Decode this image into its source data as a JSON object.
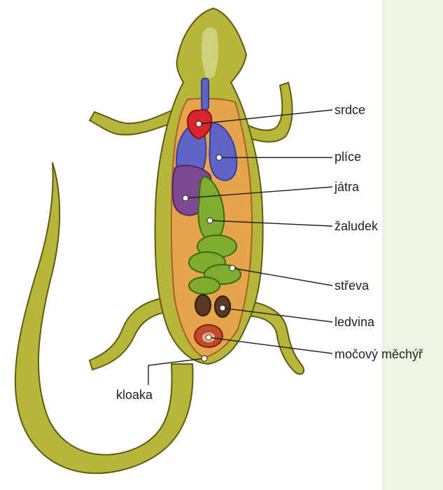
{
  "diagram": {
    "labels": {
      "heart": "srdce",
      "lungs": "plíce",
      "liver": "játra",
      "stomach": "žaludek",
      "intestines": "střeva",
      "kidney": "ledvina",
      "bladder": "močový měchýř",
      "cloaca": "kloaka"
    }
  },
  "colors": {
    "panel": "#eef5e3",
    "skin": "#b7b53a",
    "skin_dark": "#5d5d14",
    "belly": "#cfd07a",
    "heart": "#d8262a",
    "lungs": "#5f64c8",
    "liver": "#7d4a92",
    "fat": "#e5a54a",
    "gut": "#7fae2f",
    "gut_dark": "#3b6a16",
    "kidney": "#5a3a22",
    "bladder": "#c24a2c",
    "leader": "#222222",
    "dot": "#ffffff"
  }
}
